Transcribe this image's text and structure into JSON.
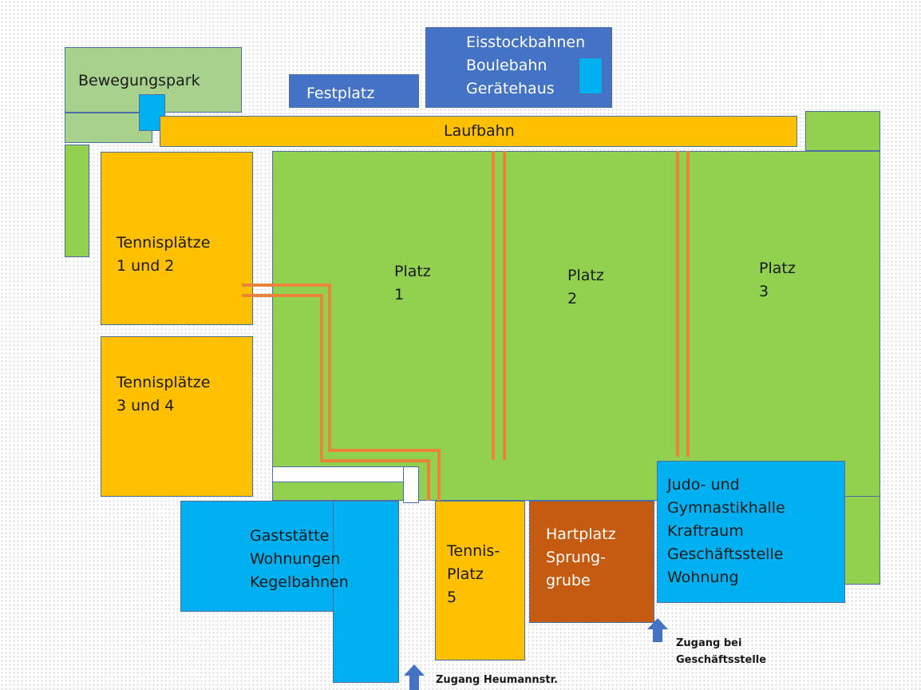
{
  "colors": {
    "field_green": "#92d050",
    "light_green": "#a9d18e",
    "orange": "#ffc000",
    "blue": "#00b0f0",
    "dark_blue": "#4472c4",
    "brown": "#c55a11",
    "path_orange": "#e8853a"
  },
  "map": {
    "bewegungspark": "Bewegungspark",
    "festplatz": "Festplatz",
    "eisstock": "Eisstockbahnen\nBoulebahn\nGerätehaus",
    "laufbahn": "Laufbahn",
    "tennis12": "Tennisplätze\n1 und 2",
    "tennis34": "Tennisplätze\n3 und 4",
    "platz1": "Platz\n1",
    "platz2": "Platz\n2",
    "platz3": "Platz\n3",
    "gaststaette": "Gaststätte\nWohnungen\nKegelbahnen",
    "tennis5": "Tennis-\nPlatz\n5",
    "hartplatz": "Hartplatz\nSprung-\ngrube",
    "judo": "Judo- und\nGymnastikhalle\nKraftraum\nGeschäftsstelle\nWohnung",
    "zugang_heumann": "Zugang Heumannstr.",
    "zugang_geschaeft": "Zugang bei\nGeschäftsstelle"
  }
}
